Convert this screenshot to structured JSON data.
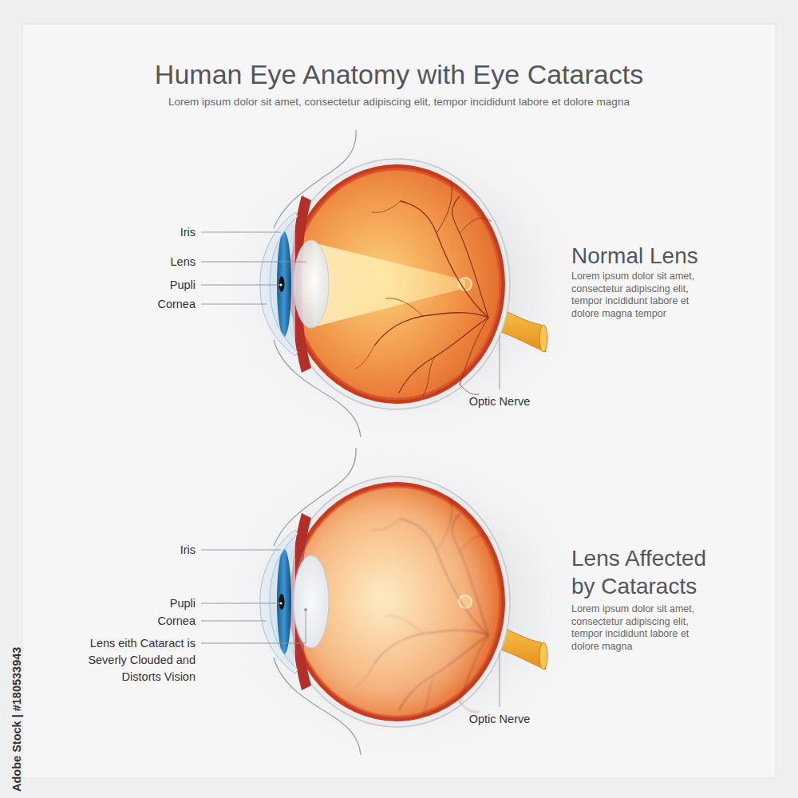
{
  "diagram": {
    "title": "Human Eye Anatomy with Eye Cataracts",
    "labels": [
      "Lorem ipsum dolor sit amet, consectetur adipiscing elit, tempor incididunt labore et dolore magna",
      "Iris",
      "Lens",
      "Pupli",
      "Cornea",
      "Normal Lens",
      "Lorem ipsum dolor sit amet, consectetur adipiscing elit, tempor incididunt labore et dolore magna tempor",
      "Optic Nerve",
      "Iris",
      "Pupli",
      "Cornea",
      "Lens eith Cataract is Severly Clouded and Distorts Vision",
      "Lens Affected by Cataracts",
      "Lorem ipsum dolor sit amet, consectetur adipiscing elit, tempor incididunt labore et dolore magna",
      "Optic Nerve",
      "Adobe Stock | #180533943"
    ]
  }
}
